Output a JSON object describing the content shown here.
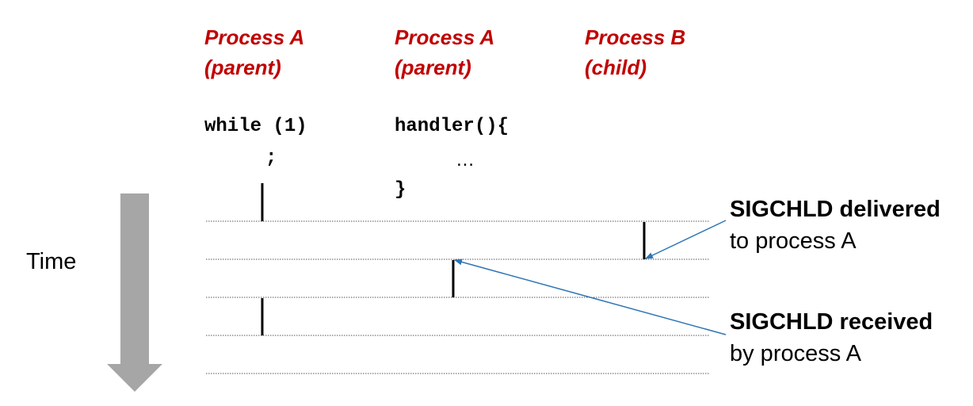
{
  "columns": [
    {
      "name": "Process A",
      "role": "(parent)"
    },
    {
      "name": "Process A",
      "role": "(parent)"
    },
    {
      "name": "Process B",
      "role": "(child)"
    }
  ],
  "code": {
    "loop_line1": "while (1)",
    "loop_line2": ";",
    "handler_line1": "handler(){",
    "handler_line2": "…",
    "handler_line3": "}"
  },
  "time_label": "Time",
  "annotations": {
    "delivered": {
      "title": "SIGCHLD delivered",
      "detail": "to process A"
    },
    "received": {
      "title": "SIGCHLD received",
      "detail": "by process A"
    }
  },
  "colors": {
    "process_label": "#c00000",
    "arrow": "#2e75b6",
    "time_arrow": "#a6a6a6",
    "divider": "#555555"
  }
}
